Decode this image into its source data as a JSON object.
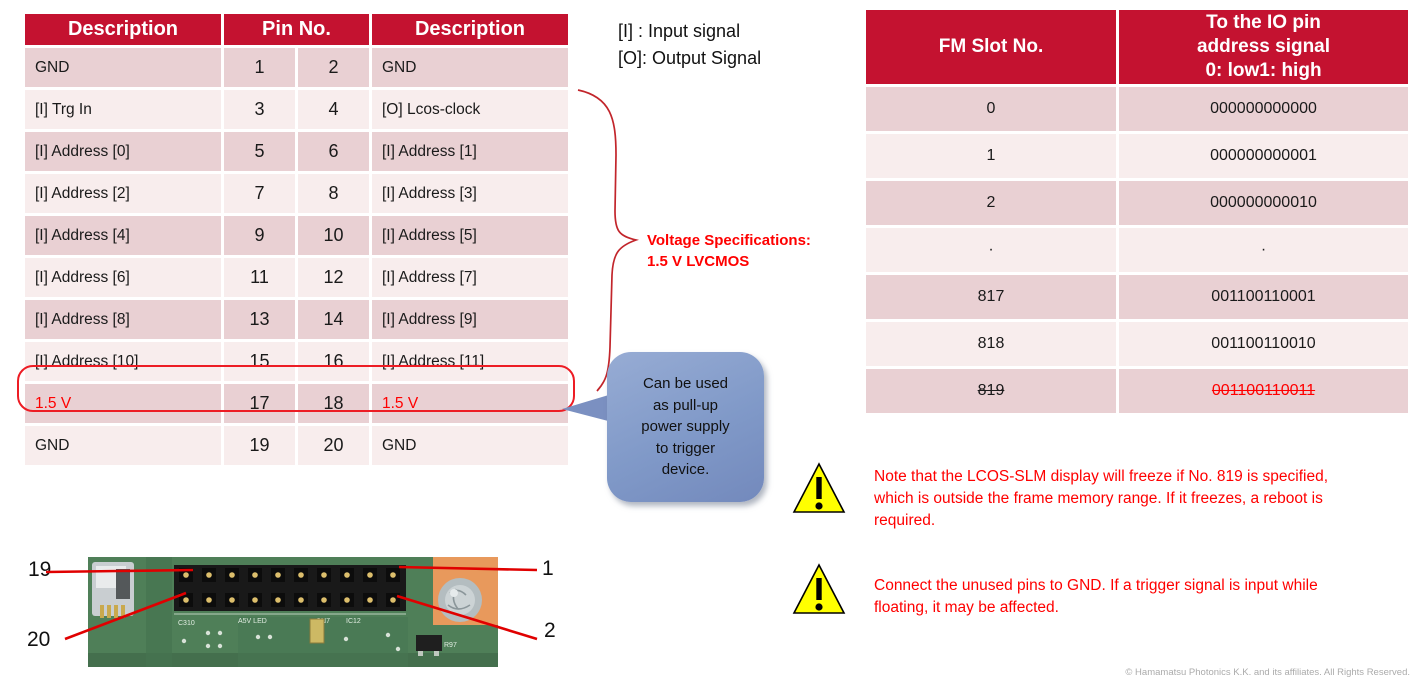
{
  "pin_table": {
    "headers": [
      "Description",
      "Pin No.",
      "Description"
    ],
    "rows": [
      {
        "desc_left": "GND",
        "pin_left": "1",
        "pin_right": "2",
        "desc_right": "GND",
        "class": ""
      },
      {
        "desc_left": "[I] Trg In",
        "pin_left": "3",
        "pin_right": "4",
        "desc_right": "[O] Lcos-clock",
        "class": ""
      },
      {
        "desc_left": "[I] Address [0]",
        "pin_left": "5",
        "pin_right": "6",
        "desc_right": "[I] Address [1]",
        "class": ""
      },
      {
        "desc_left": "[I] Address [2]",
        "pin_left": "7",
        "pin_right": "8",
        "desc_right": "[I] Address [3]",
        "class": ""
      },
      {
        "desc_left": "[I] Address [4]",
        "pin_left": "9",
        "pin_right": "10",
        "desc_right": "[I] Address [5]",
        "class": ""
      },
      {
        "desc_left": "[I] Address [6]",
        "pin_left": "11",
        "pin_right": "12",
        "desc_right": "[I] Address [7]",
        "class": ""
      },
      {
        "desc_left": "[I] Address [8]",
        "pin_left": "13",
        "pin_right": "14",
        "desc_right": "[I] Address [9]",
        "class": ""
      },
      {
        "desc_left": "[I] Address [10]",
        "pin_left": "15",
        "pin_right": "16",
        "desc_right": "[I] Address [11]",
        "class": ""
      },
      {
        "desc_left": "1.5 V",
        "pin_left": "17",
        "pin_right": "18",
        "desc_right": "1.5 V",
        "class": "hl"
      },
      {
        "desc_left": "GND",
        "pin_left": "19",
        "pin_right": "20",
        "desc_right": "GND",
        "class": ""
      }
    ]
  },
  "legend": {
    "text": "[I] : Input signal\n[O]: Output Signal"
  },
  "voltage_note": {
    "text": "Voltage Specifications:\n1.5 V LVCMOS"
  },
  "callout": {
    "text": "Can be used\nas pull-up\npower supply\nto trigger\ndevice."
  },
  "fm_table": {
    "headers": [
      "FM Slot No.",
      "To the IO pin\naddress signal\n0: low1: high"
    ],
    "rows": [
      {
        "slot": "0",
        "signal": "000000000000",
        "class": ""
      },
      {
        "slot": "1",
        "signal": "000000000001",
        "class": ""
      },
      {
        "slot": "2",
        "signal": "000000000010",
        "class": ""
      },
      {
        "slot": "·",
        "signal": "·",
        "class": ""
      },
      {
        "slot": "817",
        "signal": "001100110001",
        "class": ""
      },
      {
        "slot": "818",
        "signal": "001100110010",
        "class": ""
      },
      {
        "slot": "819",
        "signal": "001100110011",
        "class": "strike"
      }
    ]
  },
  "warnings": [
    {
      "icon": "warning-triangle-icon",
      "text": "Note that the LCOS-SLM display will freeze if No. 819 is specified,\nwhich is outside the frame memory range. If it freezes, a reboot is\nrequired."
    },
    {
      "icon": "warning-triangle-icon",
      "text": "Connect the unused pins to GND. If a trigger signal is input while\nfloating, it may be affected."
    }
  ],
  "pcb_photo": {
    "pin_labels": {
      "top_left": "19",
      "bottom_left": "20",
      "top_right": "1",
      "bottom_right": "2"
    },
    "silkscreen": [
      "C310",
      "A5V LED",
      "CN7",
      "IC12",
      "R97"
    ]
  },
  "footer": {
    "copyright": "© Hamamatsu Photonics K.K. and its affiliates. All Rights Reserved."
  },
  "colors": {
    "header_red": "#C41230",
    "row_dark": "#E9D0D3",
    "row_light": "#F8EDED",
    "accent_red": "#FF0000",
    "outline_red": "#ED1C24",
    "callout_blue": "#8099C8",
    "warning_yellow": "#FFFF00"
  }
}
